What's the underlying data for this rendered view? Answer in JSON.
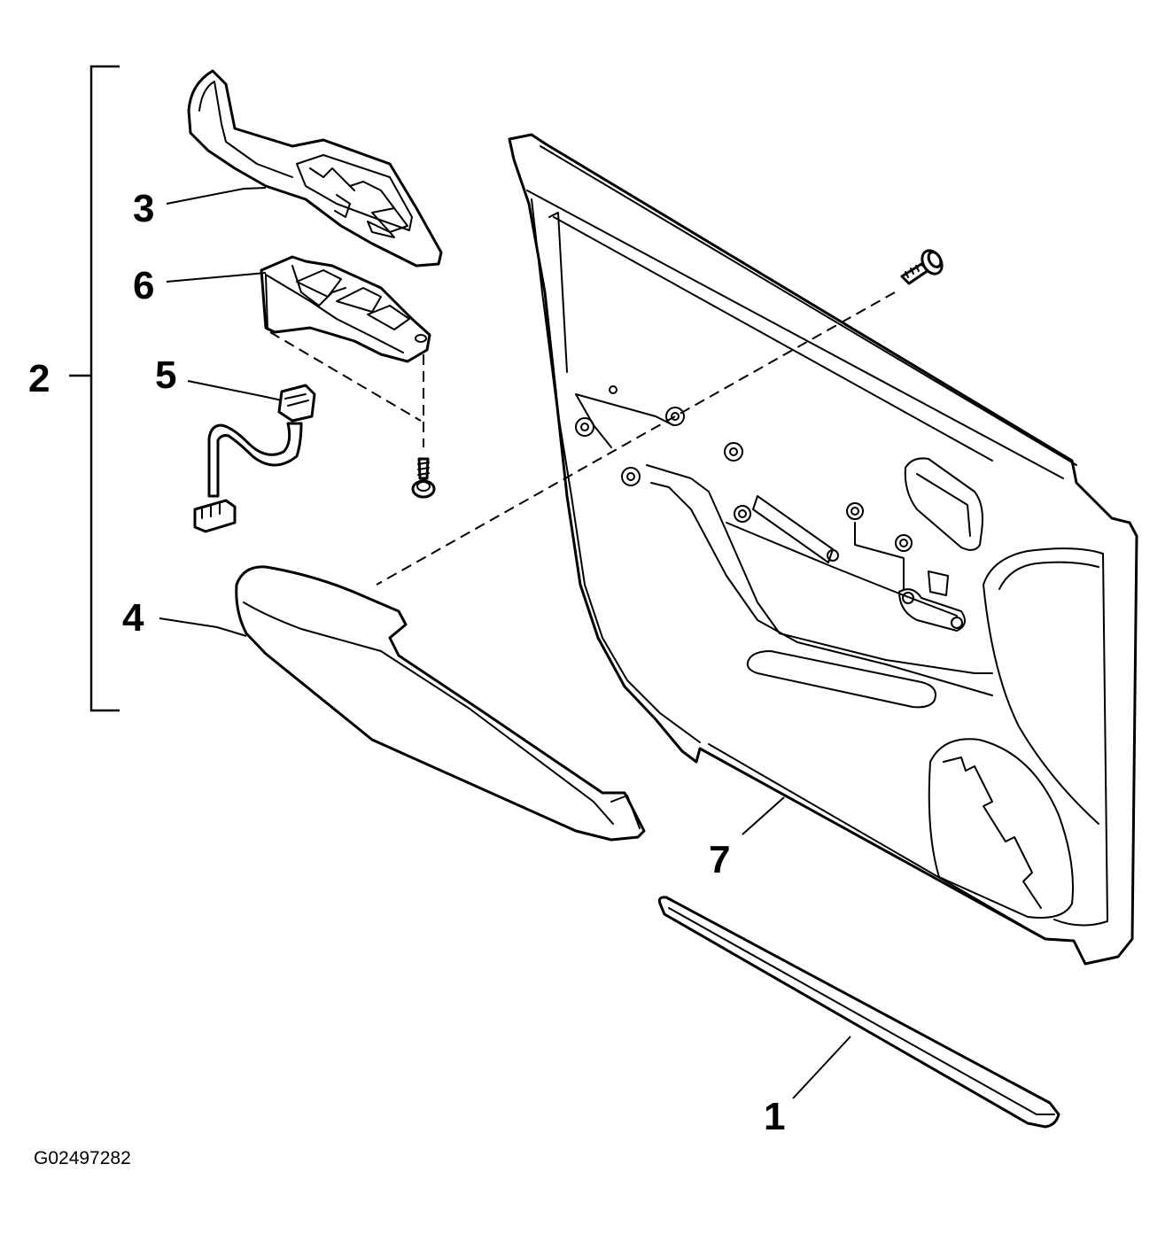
{
  "diagram": {
    "reference_code": "G02497282",
    "callouts": [
      {
        "id": "1",
        "label": "1"
      },
      {
        "id": "2",
        "label": "2"
      },
      {
        "id": "3",
        "label": "3"
      },
      {
        "id": "4",
        "label": "4"
      },
      {
        "id": "5",
        "label": "5"
      },
      {
        "id": "6",
        "label": "6"
      },
      {
        "id": "7",
        "label": "7"
      }
    ]
  }
}
